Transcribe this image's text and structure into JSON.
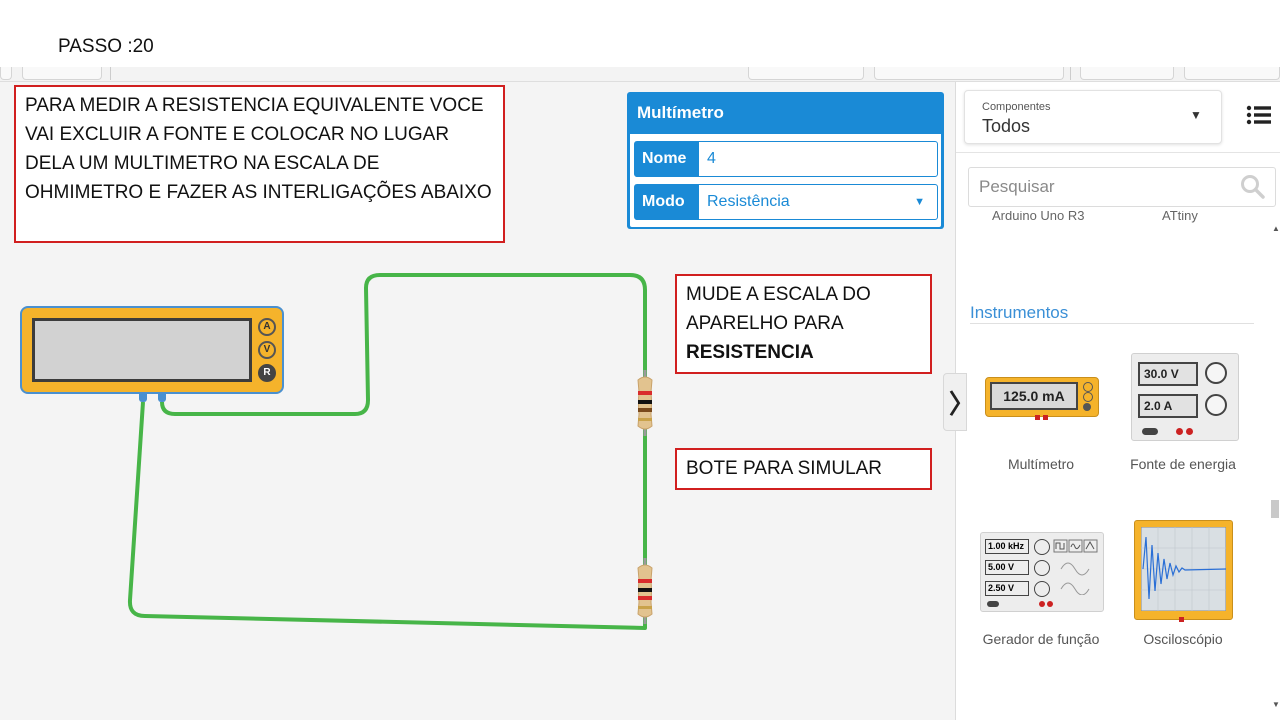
{
  "slide": {
    "title": "PASSO :20"
  },
  "notes": {
    "top_left": "PARA MEDIR A RESISTENCIA EQUIVALENTE VOCE VAI EXCLUIR A FONTE E COLOCAR NO LUGAR DELA UM MULTIMETRO NA ESCALA DE OHMIMETRO E FAZER AS INTERLIGAÇÕES ABAIXO",
    "scale_prefix": "MUDE A ESCALA DO APARELHO PARA",
    "scale_bold": "RESISTENCIA",
    "simulate": "BOTE PARA SIMULAR"
  },
  "multimeter_panel": {
    "title": "Multímetro",
    "name_label": "Nome",
    "name_value": "4",
    "mode_label": "Modo",
    "mode_value": "Resistência"
  },
  "multimeter_device": {
    "buttons": [
      "A",
      "V",
      "R"
    ]
  },
  "sidebar": {
    "components_label": "Componentes",
    "components_value": "Todos",
    "search_placeholder": "Pesquisar",
    "cutoff_items": [
      "Arduino Uno R3",
      "ATtiny"
    ],
    "section_title": "Instrumentos",
    "items": [
      {
        "label": "Multímetro",
        "icon": "multimeter-thumbnail",
        "display": "125.0 mA"
      },
      {
        "label": "Fonte de energia",
        "icon": "power-supply-thumbnail",
        "display_v": "30.0 V",
        "display_a": "2.0 A"
      },
      {
        "label": "Gerador de função",
        "icon": "function-generator-thumbnail",
        "display_f": "1.00 kHz",
        "display_v1": "5.00 V",
        "display_v2": "2.50 V"
      },
      {
        "label": "Osciloscópio",
        "icon": "oscilloscope-thumbnail"
      }
    ]
  },
  "colors": {
    "accent": "#1a8ad6",
    "wire": "#47b548",
    "note_border": "#d11f1f",
    "multimeter_body": "#f5b32b"
  }
}
